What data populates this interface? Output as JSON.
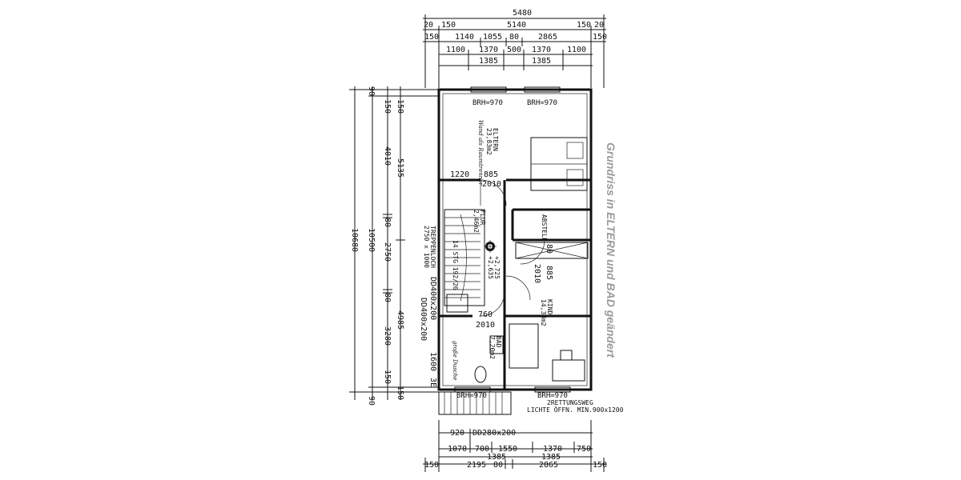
{
  "caption": "Grundriss in ELTERN und BAD geändert",
  "top_dims": {
    "row1": [
      "5480"
    ],
    "row2": [
      "20",
      "150",
      "5140",
      "150",
      "20"
    ],
    "row3": [
      "150",
      "1140",
      "1055",
      "80",
      "2865",
      "150"
    ],
    "row4": [
      "1100",
      "1370",
      "500",
      "1370",
      "1100"
    ],
    "row5": [
      "1385",
      "1385"
    ]
  },
  "bottom_dims": {
    "row1": [
      "920",
      "DD280x200"
    ],
    "row2": [
      "1070",
      "700",
      "1550",
      "1370",
      "750"
    ],
    "row3": [
      "1385",
      "1385"
    ],
    "row4": [
      "150",
      "2195",
      "80",
      "2865",
      "150"
    ]
  },
  "left_dims": {
    "outer": [
      "90",
      "10680",
      "90"
    ],
    "mid": [
      "10500"
    ],
    "col3": [
      "150",
      "4010",
      "80",
      "2750",
      "80",
      "3280",
      "150"
    ],
    "col4": [
      "150",
      "5135",
      "4985",
      "150"
    ]
  },
  "rooms": {
    "eltern": {
      "name": "ELTERN",
      "area": "23,83m2",
      "note": "Wand als Raumtrenner"
    },
    "flur": {
      "name": "FLUR",
      "area": "2,46m2"
    },
    "abstell": {
      "name": "ABSTELL"
    },
    "kind": {
      "name": "KIND",
      "area": "14,38m2"
    },
    "bad": {
      "name": "BAD",
      "area": "7,20m2",
      "note": "große Dusche"
    },
    "treppenloch": {
      "name": "TREPPENLOCH",
      "size": "2750 x 1000"
    }
  },
  "labels": {
    "brh_top_left": "BRH=970",
    "brh_top_right": "BRH=970",
    "brh_bottom_left": "BRH=970",
    "brh_bottom_right": "BRH=970",
    "rettungsweg_1": "2RETTUNGSWEG",
    "rettungsweg_2": "LICHTE ÖFFN. MIN.900x1200",
    "dd_1": "DD400x200",
    "dd_2": "DD400x200",
    "level_1": "+2,725",
    "level_2": "+2,635",
    "stair_text": "14 STG 192/26",
    "d1220": "1220",
    "d885a": "885",
    "d2010a": "2010",
    "d760": "760",
    "d2010b": "2010",
    "d885b": "885",
    "d2010c": "2010",
    "d80": "80",
    "d1600": "1600",
    "ventil": "3E"
  }
}
